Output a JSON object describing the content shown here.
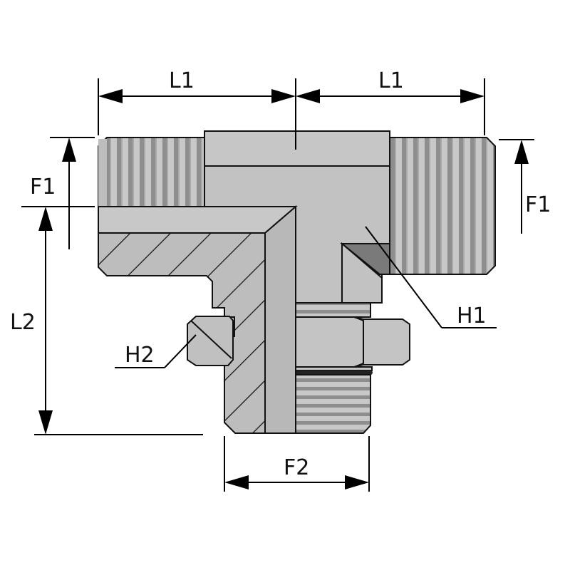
{
  "diagram": {
    "title": "Tee fitting with swivel nut and O-ring stud end",
    "labels": {
      "l1_left": "L1",
      "l1_right": "L1",
      "f1_left": "F1",
      "f1_right": "F1",
      "l2": "L2",
      "h1": "H1",
      "h2": "H2",
      "f2": "F2"
    },
    "colors": {
      "body": "#c4c4c4",
      "bore": "#b4b4b4",
      "section": "#bdbdbd",
      "thread_dark": "#8a8a8a",
      "thread_light": "#d2d2d2",
      "outline": "#111111"
    }
  }
}
